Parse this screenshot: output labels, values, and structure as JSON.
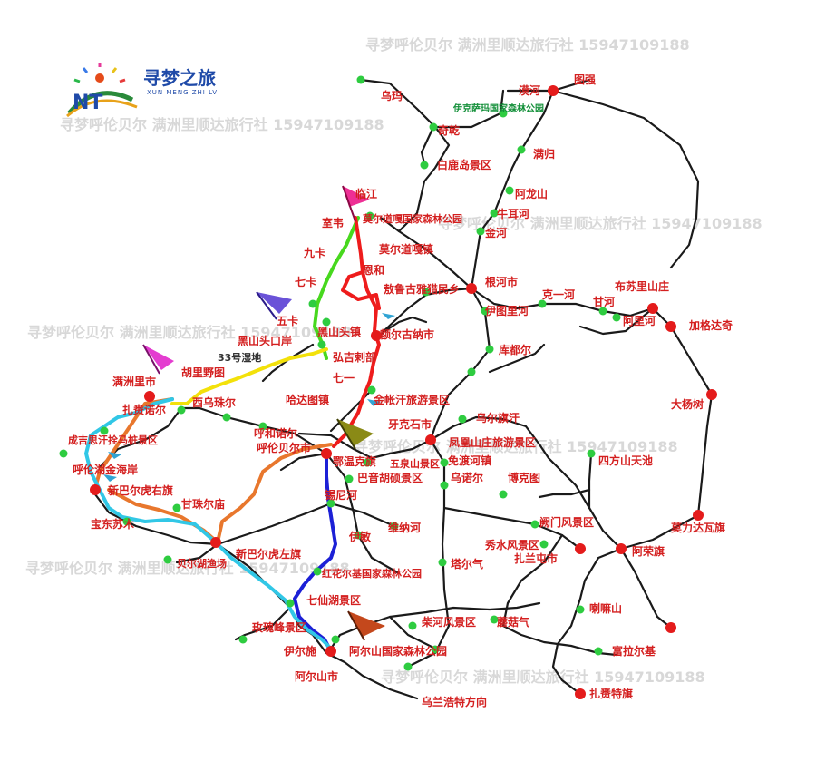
{
  "logo": {
    "title": "寻梦之旅",
    "subtitle": "XUN MENG ZHI LV",
    "mark": "NT"
  },
  "watermark": "寻梦呼伦贝尔 满洲里顺达旅行社 15947109188",
  "labels": {
    "wuma": "乌玛",
    "yikesama": "伊克萨玛国家森林公园",
    "mohe": "漠河",
    "tuqiang": "图强",
    "qiqian": "奇乾",
    "mangui": "满归",
    "bailudao": "白鹿岛景区",
    "alongshan": "阿龙山",
    "linjiang": "临江",
    "shiwei": "室韦",
    "mordaoga_forest": "莫尔道嘎国家森林公园",
    "niuerhe": "牛耳河",
    "jinhe": "金河",
    "mordaoga_town": "莫尔道嘎镇",
    "jiuka": "九卡",
    "enhe": "恩和",
    "genhe": "根河市",
    "qika": "七卡",
    "aoluguya": "敖鲁古雅猎民乡",
    "yitulihe": "伊图里河",
    "keyi": "克一河",
    "buleshan": "布苏里山庄",
    "ganhe": "甘河",
    "wuka": "五卡",
    "heishantou": "黑山头镇",
    "alihe": "阿里河",
    "jiagedaqi": "加格达奇",
    "heishantou_port": "黑山头口岸",
    "erguna": "额尔古纳市",
    "kubuer": "库都尔",
    "wetland33": "33号湿地",
    "lagejibulake": "弘吉剌部",
    "huliyetu": "胡里野图",
    "manzhouli": "满洲里市",
    "qiyi": "七一",
    "dayangshu": "大杨树",
    "zalainuoer": "扎赉诺尔",
    "xiwuzhuer": "西乌珠尔",
    "hadatu": "哈达图镇",
    "jinzhanghan": "金帐汗旅游景区",
    "wuerqihan": "乌尔旗汗",
    "yakeshi": "牙克石市",
    "chengjisihan": "成吉思汗拴马桩景区",
    "hulunbeier": "呼和诺尔",
    "hailar": "呼伦贝尔市",
    "fenghuangshan": "凤凰山庄旅游景区",
    "ewenki": "鄂温克旗",
    "wuquanshan": "五泉山景区",
    "mianduhe": "免渡河镇",
    "sifangshan": "四方山天池",
    "hulunhu": "呼伦湖金海岸",
    "xinbaerhu_right": "新巴尔虎右旗",
    "bayinhushuo": "巴音胡硕景区",
    "wunuoer": "乌诺尔",
    "boketu": "博克图",
    "xinihe": "锡尼河",
    "ganzhuermiao": "甘珠尔庙",
    "weinahe": "维纳河",
    "guanmen": "阙门风景区",
    "morindawa": "莫力达瓦旗",
    "baodongsumu": "宝东苏木",
    "yimin": "伊敏",
    "xiushui": "秀水风景区",
    "arongqi": "阿荣旗",
    "beierhu": "贝尔湖渔场",
    "xinbaerhu_left": "新巴尔虎左旗",
    "hongshan_forest": "红花尔基国家森林公园",
    "taerqi": "塔尔气",
    "zhalantun": "扎兰屯市",
    "qixianhu": "七仙湖景区",
    "lamashan": "喇嘛山",
    "meiguifeng": "玫瑰峰景区",
    "chaihe": "柴河风景区",
    "moguqi": "蘑菇气",
    "fularji": "富拉尔基",
    "yiershi": "伊尔施",
    "aershan_forest": "阿尔山国家森林公园",
    "aershan": "阿尔山市",
    "zhalaiteqi": "扎赉特旗",
    "wulanhaote": "乌兰浩特方向"
  },
  "colors": {
    "road": "#1a1a1a",
    "red_route": "#ee1c1c",
    "green_route": "#47d81e",
    "yellow_route": "#f3e10a",
    "orange_route": "#e8772d",
    "blue_route": "#1c20d6",
    "cyan_route": "#31c7e6",
    "node_major": "#e41b1b",
    "node_minor": "#2ecc40"
  }
}
